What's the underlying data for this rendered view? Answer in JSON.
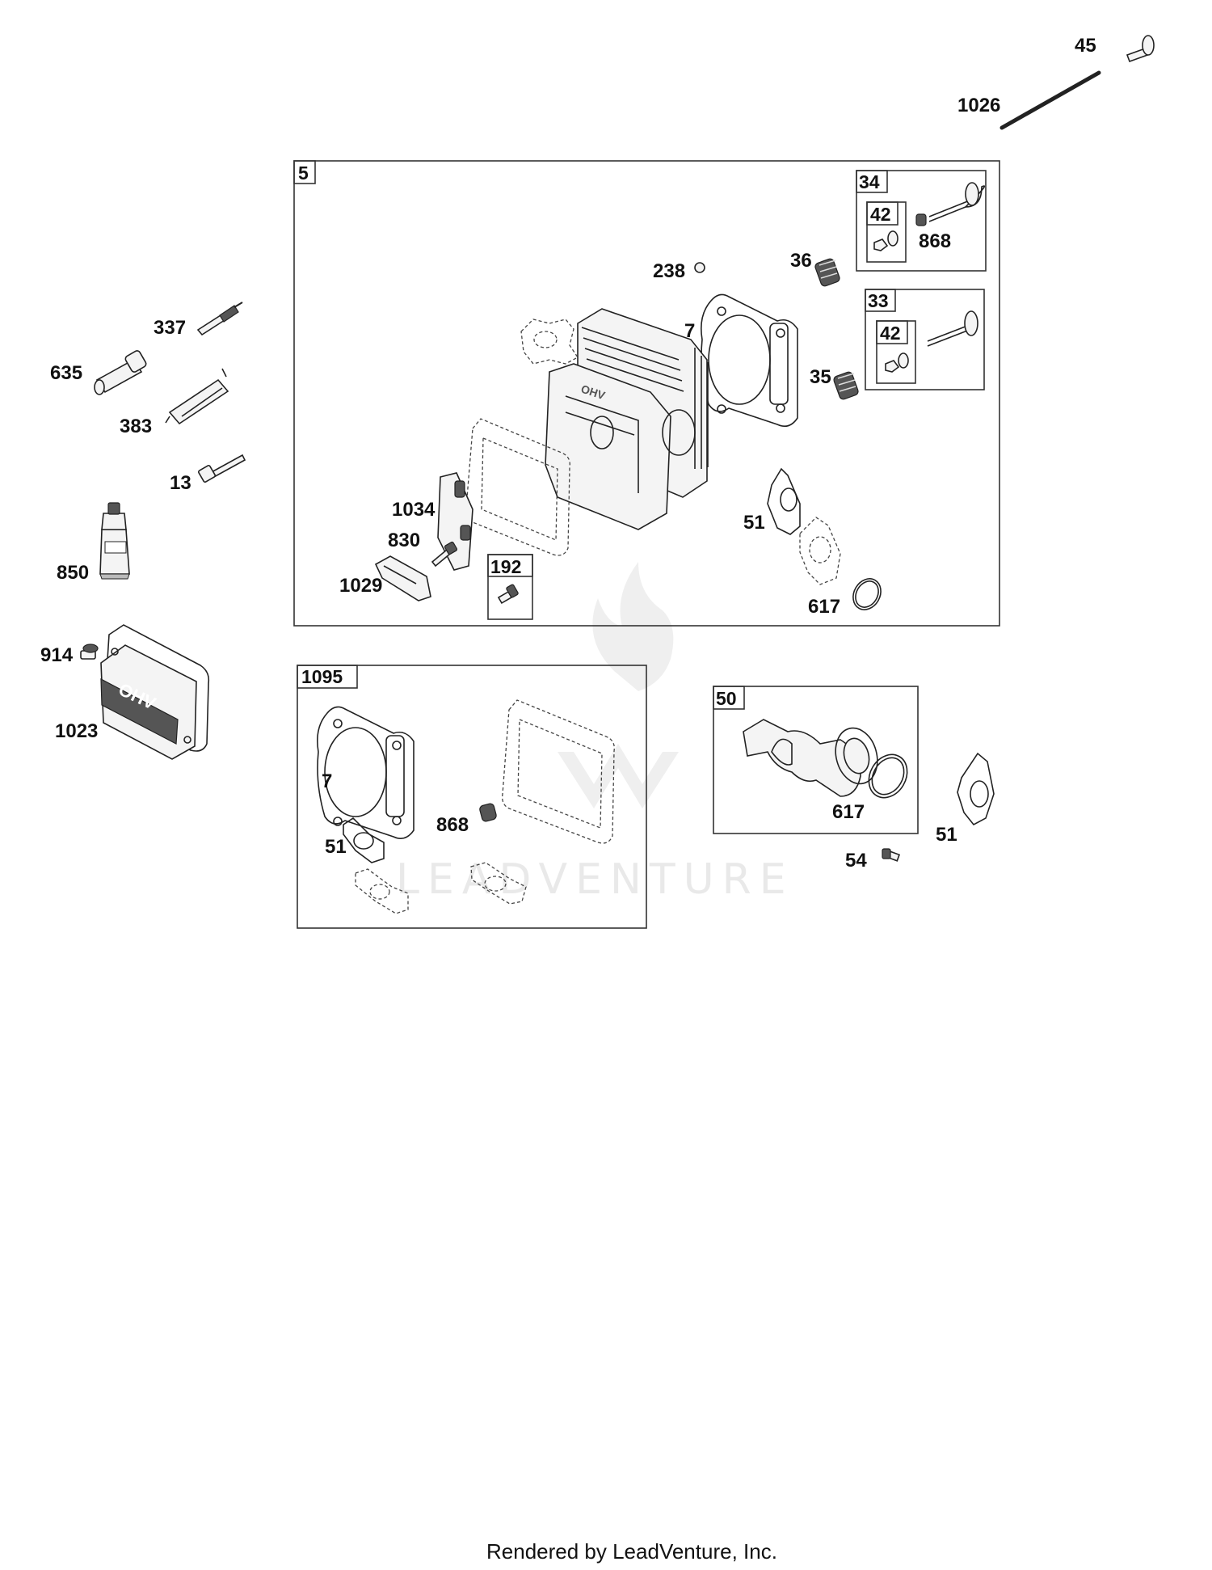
{
  "diagram": {
    "labels": {
      "l45": "45",
      "l1026": "1026",
      "l337": "337",
      "l635": "635",
      "l383": "383",
      "l13": "13",
      "l850": "850",
      "l914": "914",
      "l1023": "1023",
      "l238": "238",
      "l36": "36",
      "l868a": "868",
      "l7a": "7",
      "l35": "35",
      "l1034": "1034",
      "l830": "830",
      "l1029": "1029",
      "l51a": "51",
      "l617a": "617",
      "l7b": "7",
      "l868b": "868",
      "l51b": "51",
      "l617b": "617",
      "l54": "54",
      "l51c": "51"
    },
    "boxes": {
      "b5": "5",
      "b34": "34",
      "b42a": "42",
      "b33": "33",
      "b42b": "42",
      "b192": "192",
      "b1095": "1095",
      "b50": "50"
    },
    "cover_emblem": "OHV",
    "watermark": "LEADVENTURE"
  },
  "footer": {
    "text": "Rendered by LeadVenture, Inc."
  }
}
